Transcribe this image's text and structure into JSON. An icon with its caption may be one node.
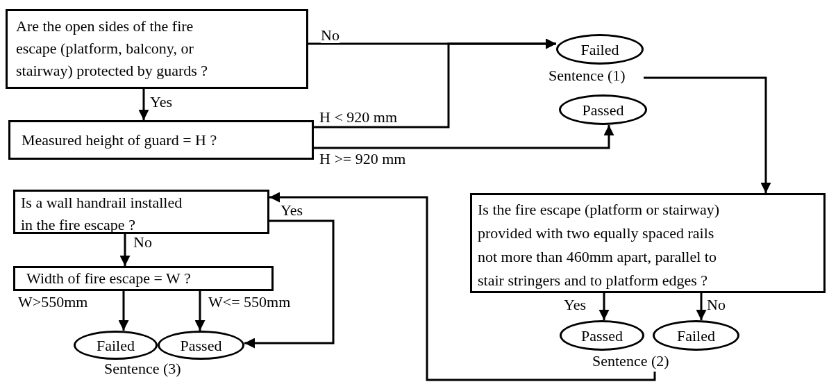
{
  "diagram": {
    "nodes": [
      {
        "text": [
          "Are the open sides of the fire escape (platform, balcony, or stairway) protected by guards ?"
        ]
      },
      {
        "text": [
          "Failed"
        ],
        "beside": [
          "Sentence (1)"
        ]
      },
      {
        "text": [
          "Passed"
        ]
      },
      {
        "text": [
          "Measured height of guard = H ?"
        ]
      },
      {
        "text": [
          "Is a wall handrail installed in the fire escape ?"
        ]
      },
      {
        "text": [
          "Width of fire escape = W ?"
        ]
      },
      {
        "text": [
          "Failed"
        ],
        "beside": [
          "Sentence (3)"
        ]
      },
      {
        "text": [
          "Passed"
        ]
      },
      {
        "text": [
          "Is the fire escape (platform or stairway) provided with two equally spaced rails not more than 460mm apart, parallel to stair stringers and to platform edges ?"
        ]
      },
      {
        "text": [
          "Passed"
        ]
      },
      {
        "text": [
          "Failed"
        ],
        "beside": [
          "Sentence (2)"
        ]
      }
    ],
    "edges": [
      {
        "from": 0,
        "to": 1,
        "arrow": "to",
        "label": "No"
      },
      {
        "from": 0,
        "to": 3,
        "arrow": "to",
        "label": "Yes"
      },
      {
        "from": 3,
        "to": 1,
        "arrow": "to",
        "label": "H < 920 mm"
      },
      {
        "from": 3,
        "to": 2,
        "arrow": "to",
        "label": "H >= 920 mm"
      },
      {
        "from": 1,
        "to": 8,
        "arrow": "to"
      },
      {
        "from": 4,
        "to": 7,
        "arrow": "to",
        "label": "Yes"
      },
      {
        "from": 4,
        "to": 5,
        "arrow": "to",
        "label": "No"
      },
      {
        "from": 5,
        "to": 6,
        "arrow": "to",
        "label": "W>550mm"
      },
      {
        "from": 5,
        "to": 7,
        "arrow": "to",
        "label": "W<= 550mm"
      },
      {
        "from": 8,
        "to": 9,
        "arrow": "to",
        "label": "Yes"
      },
      {
        "from": 8,
        "to": 10,
        "arrow": "to",
        "label": "No"
      },
      {
        "from": 10,
        "to": 4,
        "arrow": "to"
      }
    ]
  }
}
